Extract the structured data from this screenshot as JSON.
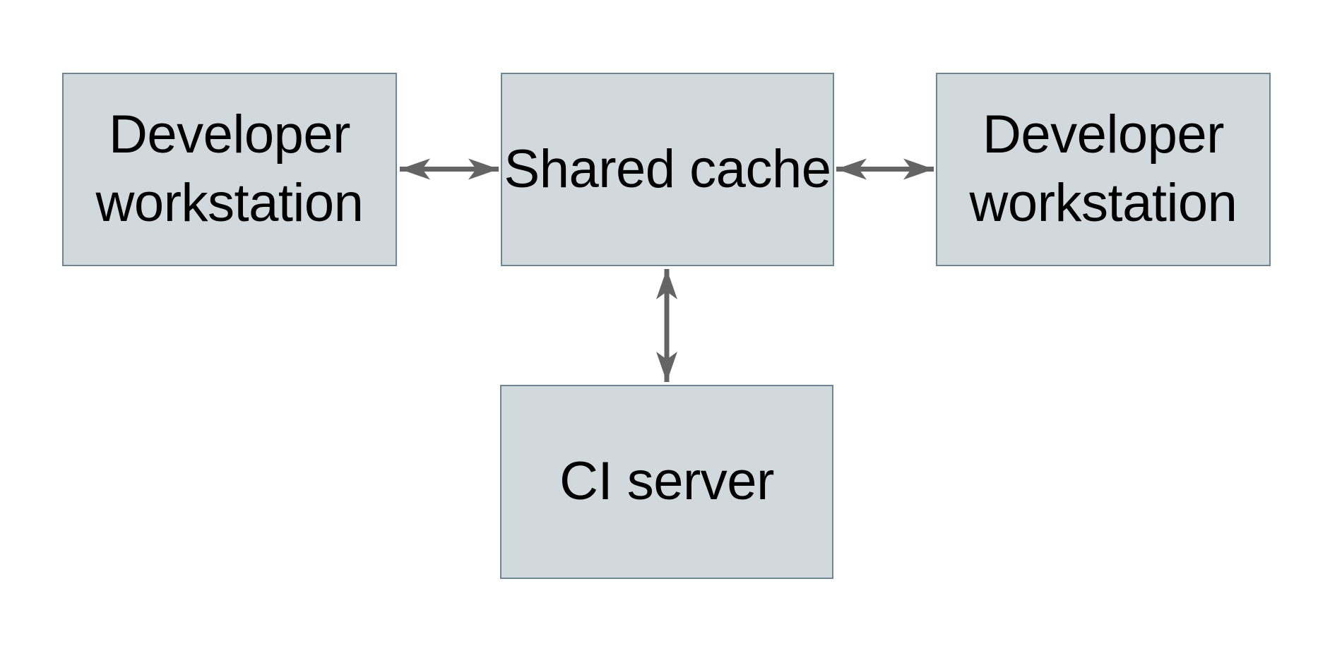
{
  "theme": {
    "background": "#ffffff",
    "node_fill": "#d2d9dc",
    "node_border": "#6e8592",
    "arrow_color": "#646464",
    "text_color": "#000000"
  },
  "diagram": {
    "type": "architecture-diagram",
    "nodes": [
      {
        "id": "dev-workstation-left",
        "label": "Developer workstation"
      },
      {
        "id": "shared-cache",
        "label": "Shared cache"
      },
      {
        "id": "dev-workstation-right",
        "label": "Developer workstation"
      },
      {
        "id": "ci-server",
        "label": "CI server"
      }
    ],
    "edges": [
      {
        "from": "dev-workstation-left",
        "to": "shared-cache",
        "bidirectional": true,
        "orientation": "horizontal"
      },
      {
        "from": "shared-cache",
        "to": "dev-workstation-right",
        "bidirectional": true,
        "orientation": "horizontal"
      },
      {
        "from": "shared-cache",
        "to": "ci-server",
        "bidirectional": true,
        "orientation": "vertical"
      }
    ]
  }
}
